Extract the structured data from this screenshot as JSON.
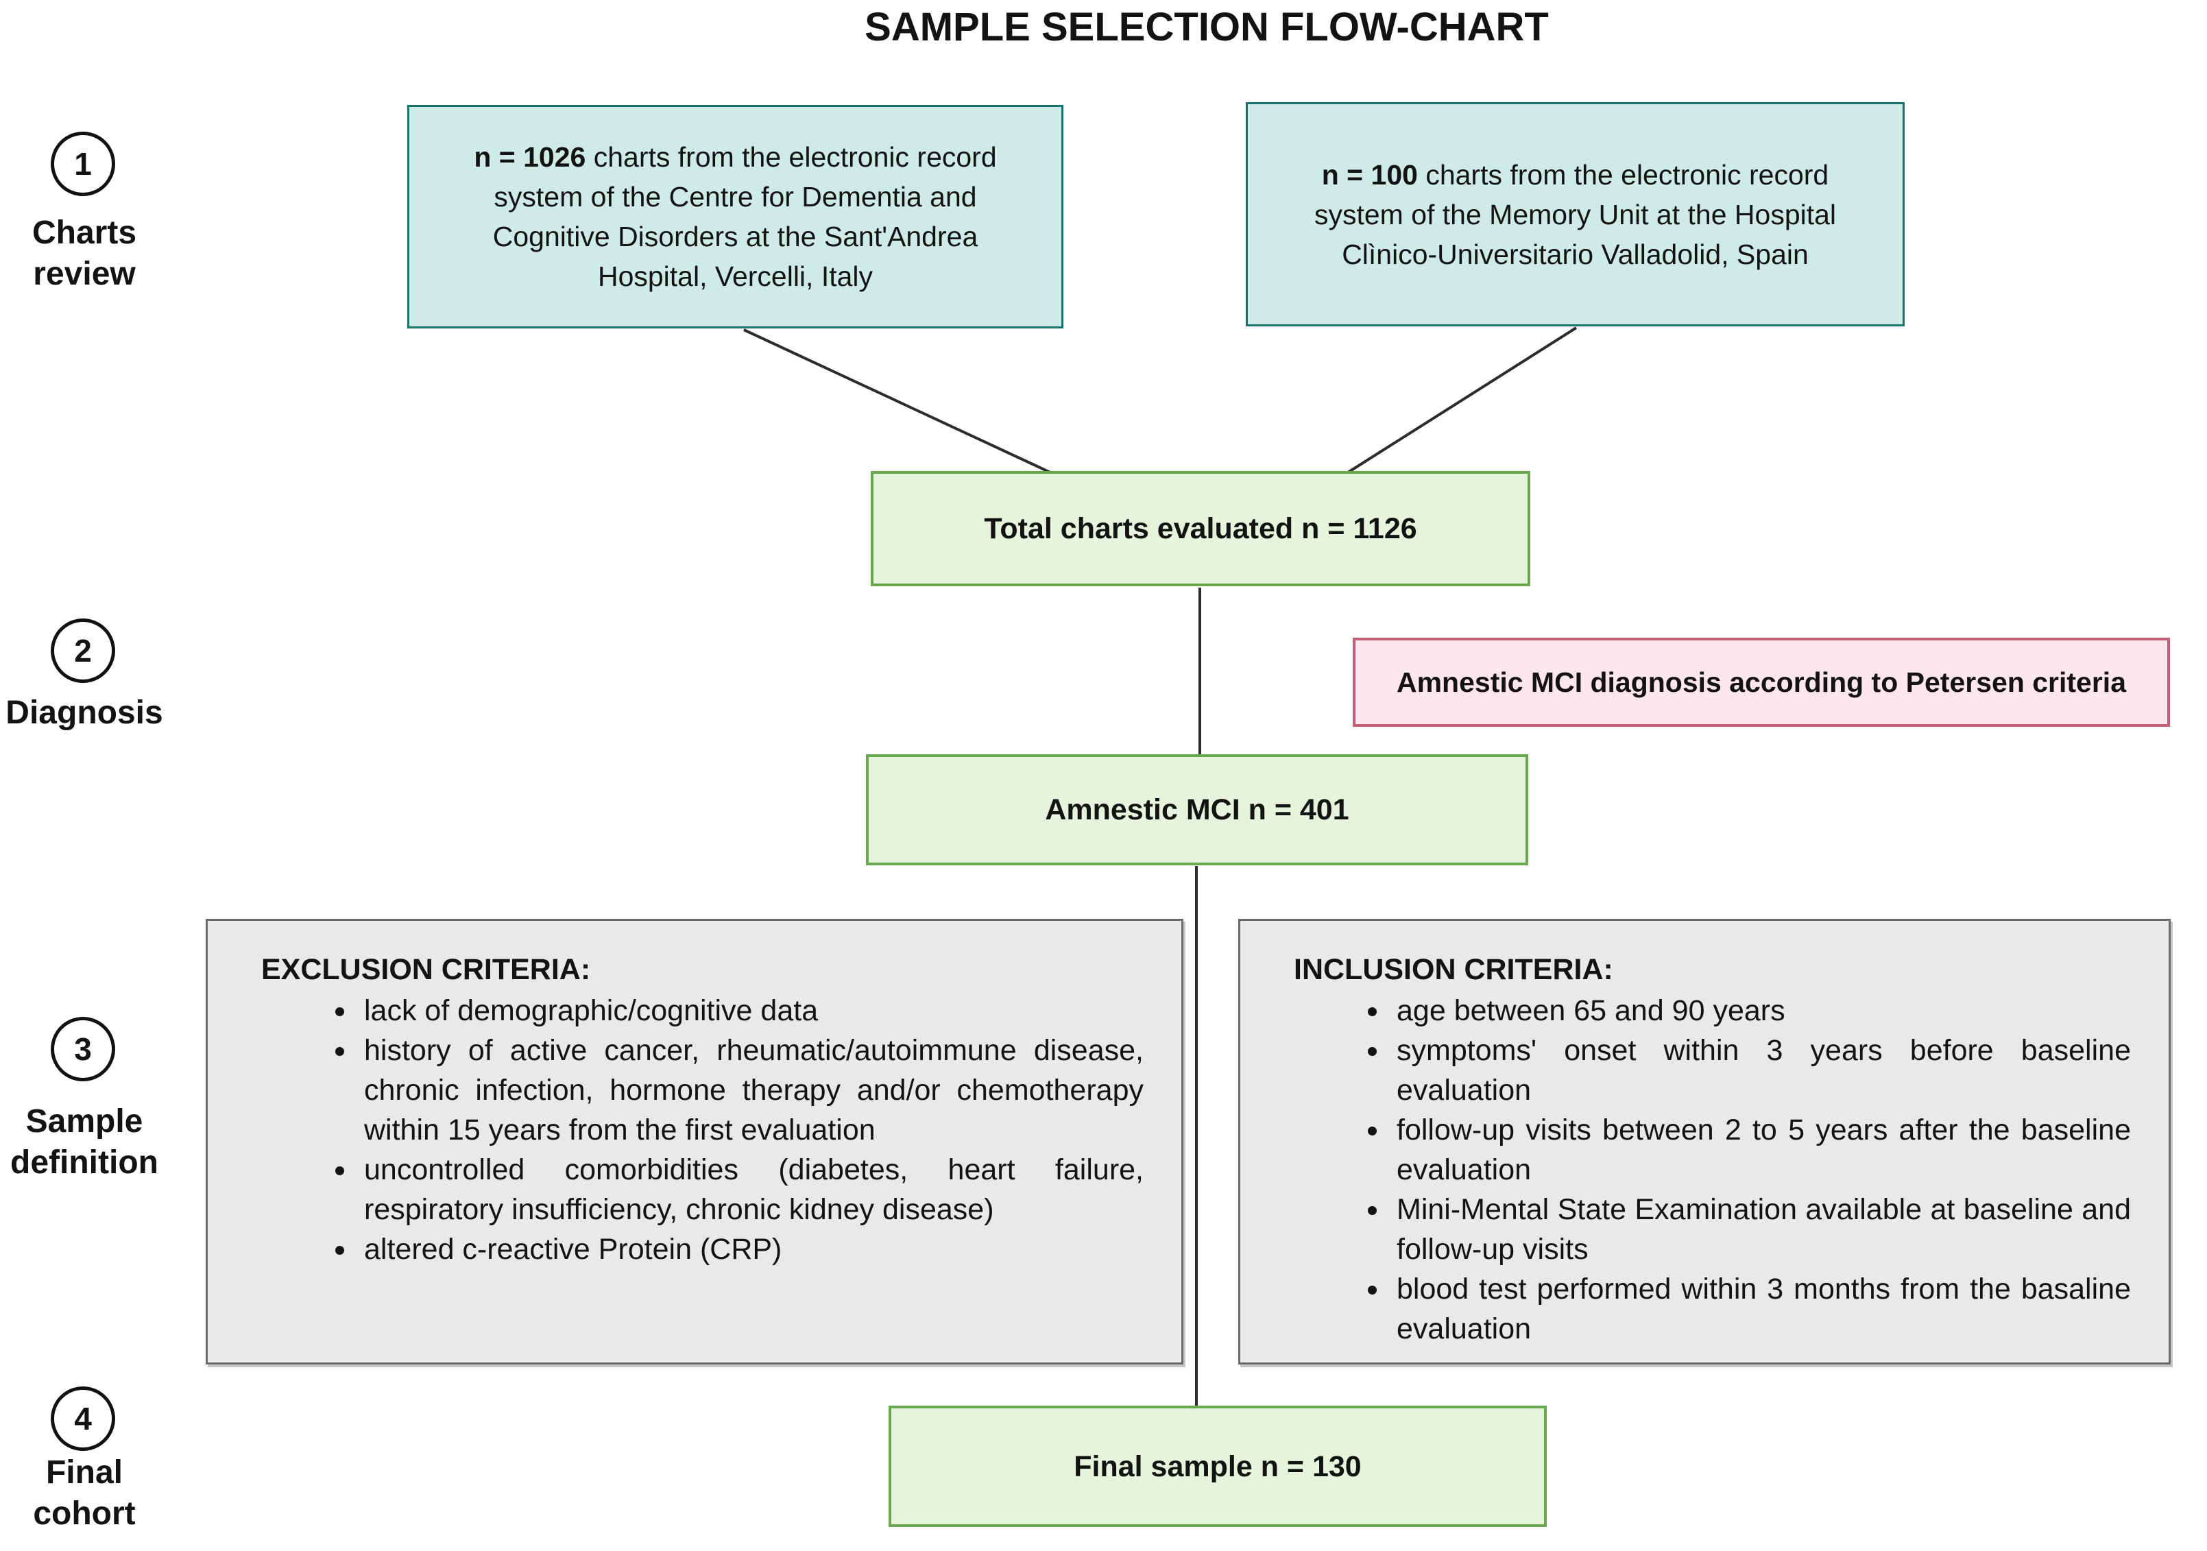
{
  "title": "SAMPLE SELECTION FLOW-CHART",
  "steps": [
    {
      "number": "1",
      "label_line1": "Charts",
      "label_line2": "review"
    },
    {
      "number": "2",
      "label_line1": "Diagnosis",
      "label_line2": ""
    },
    {
      "number": "3",
      "label_line1": "Sample",
      "label_line2": "definition"
    },
    {
      "number": "4",
      "label_line1": "Final",
      "label_line2": "cohort"
    }
  ],
  "boxes": {
    "source_italy": {
      "n_bold": "n = 1026",
      "text": " charts from the electronic record system of the Centre for Dementia and Cognitive Disorders at the Sant'Andrea Hospital, Vercelli, Italy"
    },
    "source_spain": {
      "n_bold": "n = 100",
      "text": " charts from the electronic record system of the Memory Unit at the Hospital Clìnico-Universitario Valladolid, Spain"
    },
    "total_charts": "Total charts evaluated n = 1126",
    "diagnosis_note": "Amnestic MCI diagnosis according to Petersen criteria",
    "amnestic_mci": "Amnestic MCI n = 401",
    "exclusion": {
      "heading": "EXCLUSION CRITERIA:",
      "items": [
        "lack of demographic/cognitive data",
        "history of active cancer, rheumatic/autoimmune disease, chronic infection, hormone therapy and/or chemotherapy within 15 years from the first evaluation",
        "uncontrolled comorbidities (diabetes, heart failure, respiratory insufficiency, chronic kidney disease)",
        "altered c-reactive Protein (CRP)"
      ]
    },
    "inclusion": {
      "heading": "INCLUSION CRITERIA:",
      "items": [
        "age between 65 and 90 years",
        "symptoms' onset within 3 years before baseline evaluation",
        "follow-up visits between 2 to 5 years after the baseline evaluation",
        "Mini-Mental State Examination available at baseline and follow-up visits",
        "blood test performed within 3 months from the basaline evaluation"
      ]
    },
    "final_sample": "Final sample n = 130"
  },
  "colors": {
    "teal_fill": "#cfebe6",
    "teal_border": "#17756d",
    "green_fill": "#e6f4dc",
    "green_border": "#6aa84f",
    "pink_fill": "#fde6ed",
    "pink_border": "#c25e75",
    "gray_fill": "#e9e9e9",
    "gray_border": "#6b6b6b",
    "connector_line": "#2c2c2c"
  }
}
